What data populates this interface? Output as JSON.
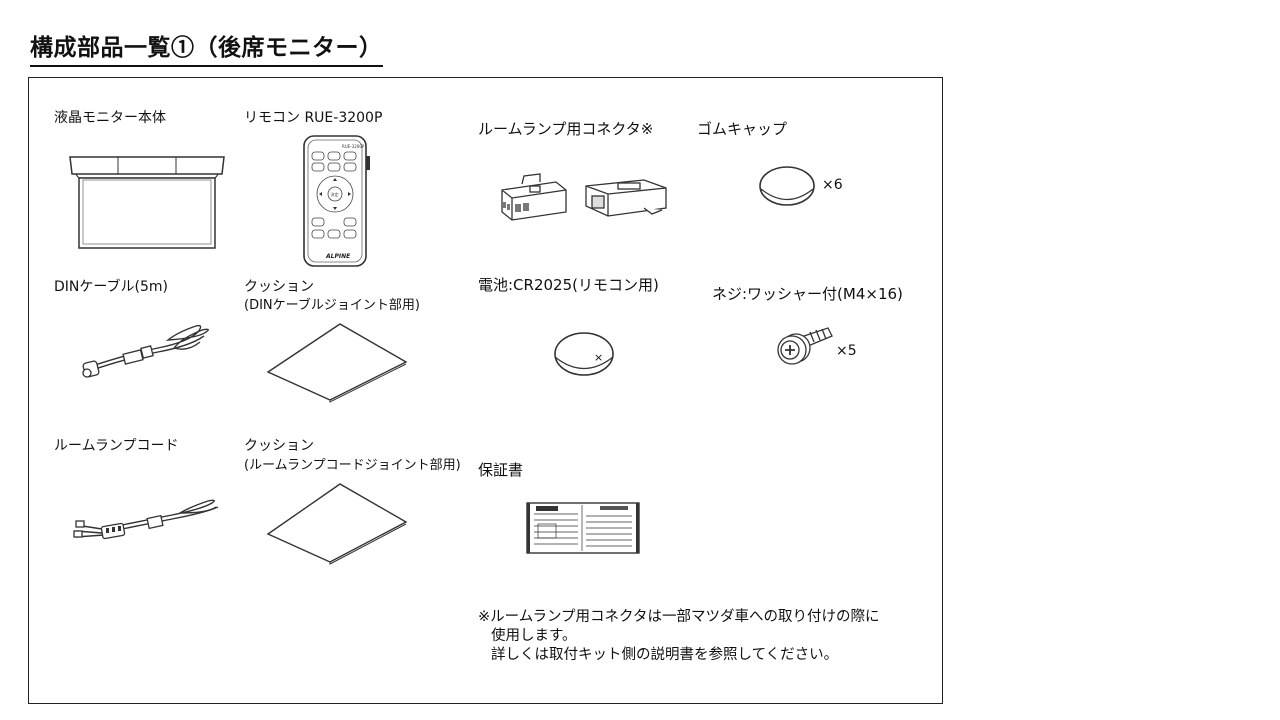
{
  "page_title": "構成部品一覧①（後席モニター）",
  "parts": {
    "monitor": "液晶モニター本体",
    "remote": "リモコン RUE-3200P",
    "connector": "ルームランプ用コネクタ※",
    "rubber_cap": "ゴムキャップ",
    "rubber_cap_qty": "×6",
    "din_cable": "DINケーブル(5m)",
    "cushion_din": "クッション",
    "cushion_din_sub": "(DINケーブルジョイント部用)",
    "battery": "電池:CR2025(リモコン用)",
    "battery_mark": "×",
    "screw": "ネジ:ワッシャー付(M4×16)",
    "screw_qty": "×5",
    "lamp_cord": "ルームランプコード",
    "cushion_lamp": "クッション",
    "cushion_lamp_sub": "(ルームランプコードジョイント部用)",
    "warranty": "保証書"
  },
  "remote_brand": "ALPINE",
  "remote_center_key": "決定",
  "note": {
    "line1": "※ルームランプ用コネクタは一部マツダ車への取り付けの際に",
    "line2": "使用します。",
    "line3": "詳しくは取付キット側の説明書を参照してください。"
  }
}
